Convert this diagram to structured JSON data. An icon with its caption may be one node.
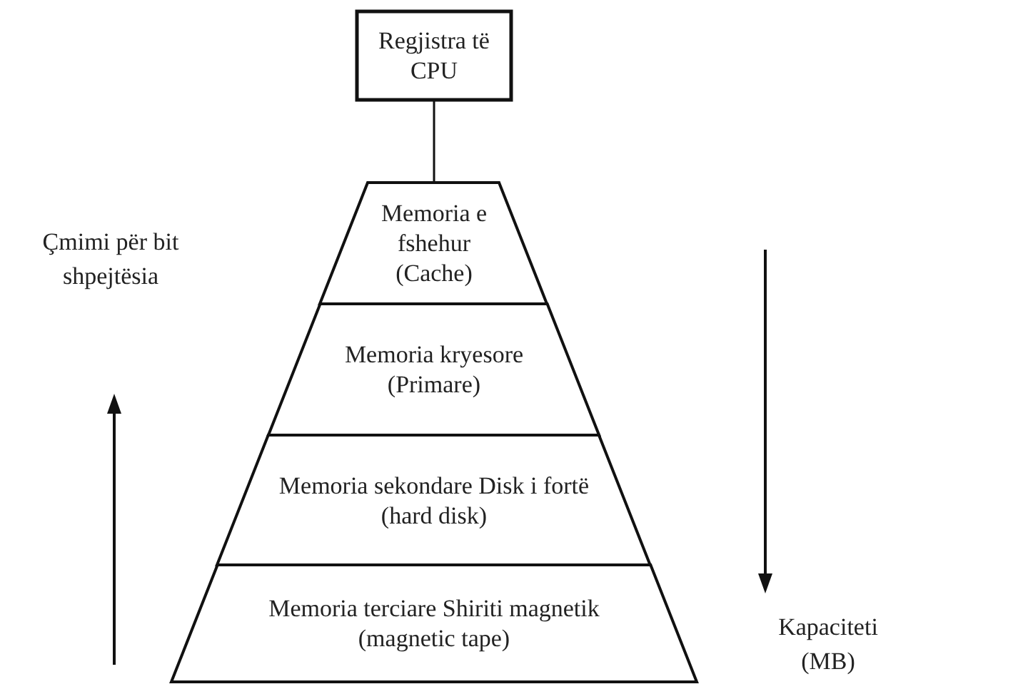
{
  "diagram": {
    "nodes": [
      {
        "text": [
          "Regjistra të CPU"
        ]
      },
      {
        "text": [
          "Memoria e fshehur (Cache)"
        ]
      },
      {
        "text": [
          "Memoria kryesore (Primare)"
        ]
      },
      {
        "text": [
          "Memoria sekondare Disk i fortë (hard disk)"
        ]
      },
      {
        "text": [
          "Memoria terciare Shiriti magnetik (magnetic tape)"
        ]
      }
    ],
    "edges": [
      {
        "from": 0,
        "to": 1,
        "arrow": "none"
      }
    ],
    "labels": [
      "Çmimi për bit shpejtësia",
      "Kapaciteti (MB)"
    ]
  }
}
